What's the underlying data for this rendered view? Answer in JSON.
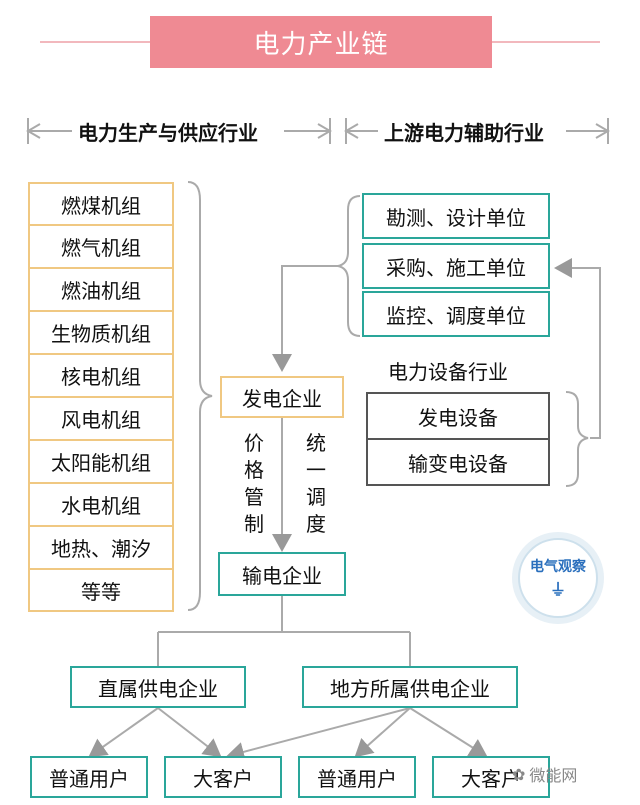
{
  "title": "电力产业链",
  "left_section": {
    "heading": "电力生产与供应行业"
  },
  "right_section": {
    "heading": "上游电力辅助行业"
  },
  "generators": [
    "燃煤机组",
    "燃气机组",
    "燃油机组",
    "生物质机组",
    "核电机组",
    "风电机组",
    "太阳能机组",
    "水电机组",
    "地热、潮汐",
    "等等"
  ],
  "aux_units": [
    "勘测、设计单位",
    "采购、施工单位",
    "监控、调度单位"
  ],
  "equipment": {
    "heading": "电力设备行业",
    "items": [
      "发电设备",
      "输变电设备"
    ]
  },
  "gen_company": "发电企业",
  "left_vertical": [
    "价",
    "格",
    "管",
    "制"
  ],
  "right_vertical": [
    "统",
    "一",
    "调",
    "度"
  ],
  "trans_company": "输电企业",
  "suppliers": [
    "直属供电企业",
    "地方所属供电企业"
  ],
  "users": [
    "普通用户",
    "大客户",
    "普通用户",
    "大客户"
  ],
  "logo_text": "电气观察",
  "watermark": "微能网",
  "colors": {
    "title_bg": "#ef8a93",
    "gold": "#f0c882",
    "teal": "#2aa69a",
    "gray": "#555555"
  }
}
